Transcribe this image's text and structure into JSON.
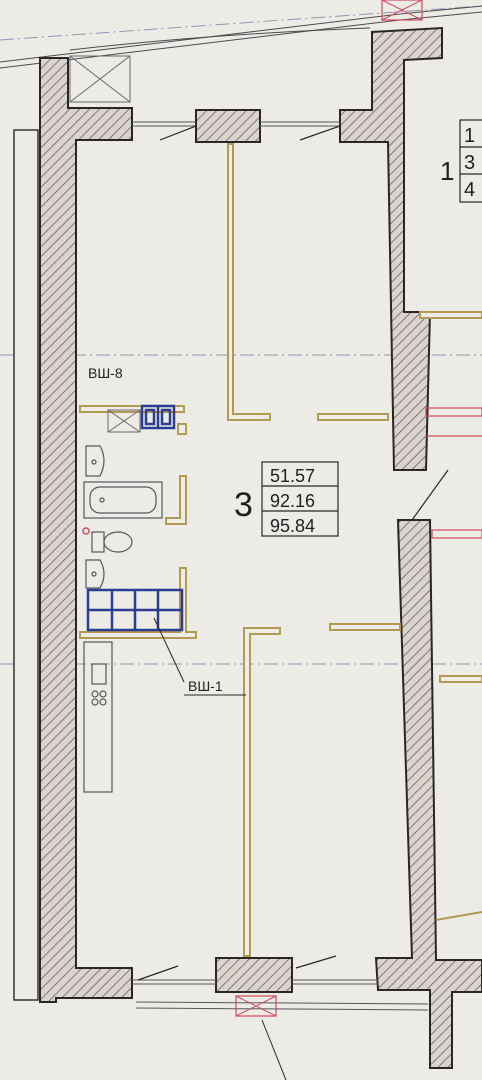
{
  "unit": {
    "number": "3",
    "area_living": "51.57",
    "area_total": "92.16",
    "area_total_with_balcony": "95.84"
  },
  "neighbor_unit": {
    "number": "1",
    "area_digits": [
      "1",
      "3",
      "4"
    ]
  },
  "shaft_labels": {
    "vsh8": "ВШ-8",
    "vsh1": "ВШ-1"
  },
  "colors": {
    "paper": "#ecebe6",
    "wall_fill": "#d9d4cd",
    "wall_hatch": "#6a6060",
    "wall_outline": "#2a2628",
    "partition": "#b39a52",
    "axis_line": "#8c98b4",
    "fixture_blue": "#2b3d92",
    "pink_accent": "#d24a5e",
    "fixture_outline": "#55565c"
  },
  "icons": [
    "ventilation-shaft-icon",
    "sink-icon",
    "bathtub-icon",
    "toilet-icon",
    "washbasin-icon",
    "kitchen-stove-icon",
    "door-swing-icon",
    "window-icon"
  ]
}
